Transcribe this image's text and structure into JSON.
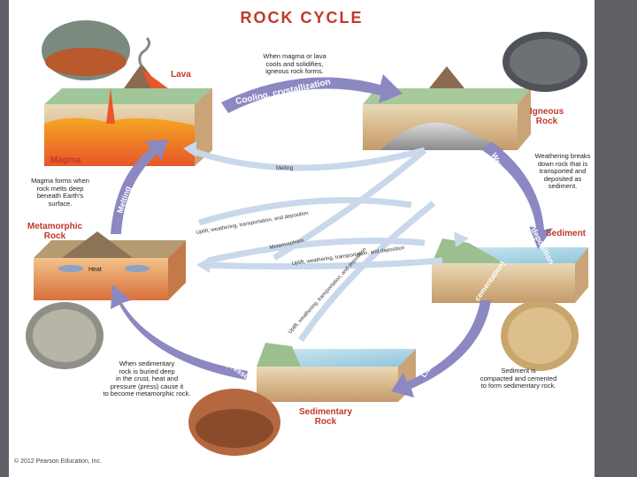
{
  "title": "ROCK CYCLE",
  "stages": {
    "lava": "Lava",
    "magma": "Magma",
    "igneous_rock_line1": "Igneous",
    "igneous_rock_line2": "Rock",
    "sediment": "Sediment",
    "sedimentary_rock_line1": "Sedimentary",
    "sedimentary_rock_line2": "Rock",
    "metamorphic_rock_line1": "Metamorphic",
    "metamorphic_rock_line2": "Rock",
    "heat": "Heat"
  },
  "processes": {
    "cooling": "Cooling, crystallization",
    "weathering": "Weathering transport, deposition",
    "lithification": "Lithification (compaction, cementation)",
    "metamorphism": "Metamorphism (heat, intense pressure)",
    "melting": "Melting",
    "melting_inner": "Melting",
    "uplift_upper": "Uplift, weathering, transportation, and deposition",
    "metamorphism_inner": "Metamorphism",
    "uplift_middle": "Uplift, weathering, transportation, and deposition",
    "uplift_lower": "Uplift, weathering, transportation, and deposition"
  },
  "notes": {
    "igneous_l1": "When magma or lava",
    "igneous_l2": "cools and solidifies,",
    "igneous_l3": "igneous rock forms.",
    "weather_l1": "Weathering breaks",
    "weather_l2": "down rock that is",
    "weather_l3": "transported and",
    "weather_l4": "deposited as",
    "weather_l5": "sediment.",
    "magma_l1": "Magma forms when",
    "magma_l2": "rock melts deep",
    "magma_l3": "beneath Earth's",
    "magma_l4": "surface.",
    "sediment_l1": "Sediment is",
    "sediment_l2": "compacted and cemented",
    "sediment_l3": "to form sedimentary rock.",
    "meta_l1": "When sedimentary",
    "meta_l2": "rock is buried deep",
    "meta_l3": "in the crust, heat and",
    "meta_l4": "pressure (press) cause it",
    "meta_l5": "to become metamorphic rock."
  },
  "copyright": "© 2012 Pearson Education, Inc.",
  "colors": {
    "arrow_fill": "#8c88c2",
    "arrow_light": "#c9d8ea",
    "stage_text": "#c0392b",
    "background": "#5f5f66"
  }
}
